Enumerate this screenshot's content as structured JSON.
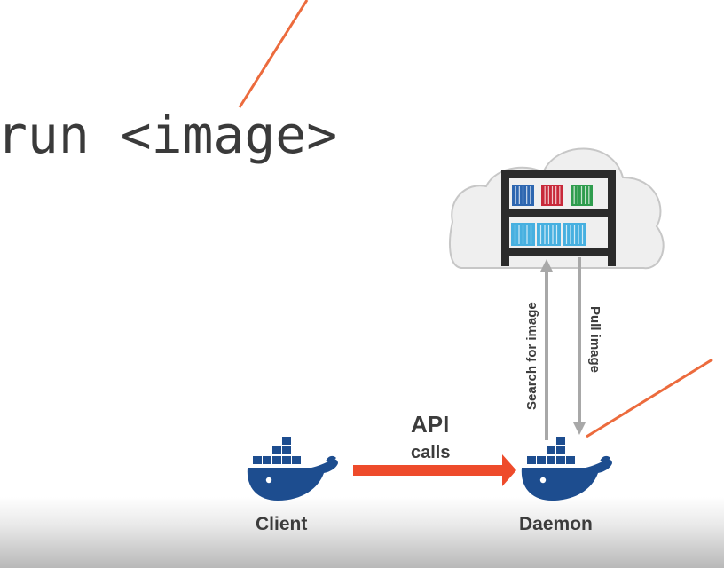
{
  "command": {
    "text": "run <image>"
  },
  "labels": {
    "client": "Client",
    "daemon": "Daemon",
    "api": "API",
    "calls": "calls",
    "search": "Search for image",
    "pull": "Pull image"
  },
  "colors": {
    "docker_blue": "#1d4d8f",
    "arrow_orange": "#ee4b2b",
    "pointer_line": "#ec6b3d",
    "shelf": "#2b2b2b",
    "cloud_fill": "#efefef",
    "cloud_stroke": "#c7c7c7",
    "container_blue": "#2d66b0",
    "container_red": "#c8293a",
    "container_green": "#2f9d4e",
    "container_lightblue": "#47b0e0",
    "vertical_arrow": "#a8a8a8"
  },
  "icons": [
    "docker-whale-icon",
    "cloud-icon",
    "registry-shelf-icon",
    "shipping-container-icon"
  ]
}
